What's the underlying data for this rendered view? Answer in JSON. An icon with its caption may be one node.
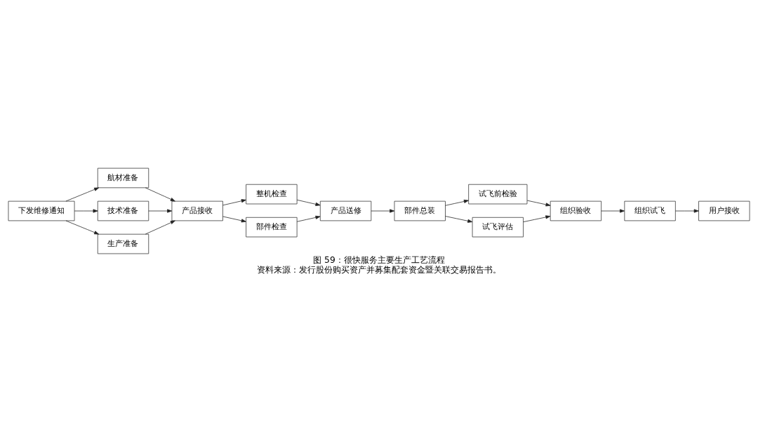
{
  "diagram": {
    "title": "图 59：很快服务主要生产工艺流程",
    "caption": "资料来源：发行股份购买资产并募集配套资金暨关联交易报告书。",
    "nodes": [
      {
        "text": [
          "下发维修通知"
        ]
      },
      {
        "text": [
          "航材准备"
        ]
      },
      {
        "text": [
          "技术准备"
        ]
      },
      {
        "text": [
          "生产准备"
        ]
      },
      {
        "text": [
          "产品接收"
        ]
      },
      {
        "text": [
          "整机检查"
        ]
      },
      {
        "text": [
          "部件检查"
        ]
      },
      {
        "text": [
          "产品送修"
        ]
      },
      {
        "text": [
          "部件总装"
        ]
      },
      {
        "text": [
          "试飞前检验"
        ]
      },
      {
        "text": [
          "试飞评估"
        ]
      },
      {
        "text": [
          "组织验收"
        ]
      },
      {
        "text": [
          "组织试飞"
        ]
      },
      {
        "text": [
          "用户接收"
        ]
      }
    ],
    "edges": [
      {
        "from": 0,
        "to": 1,
        "arrow": "to"
      },
      {
        "from": 0,
        "to": 2,
        "arrow": "to"
      },
      {
        "from": 0,
        "to": 3,
        "arrow": "to"
      },
      {
        "from": 1,
        "to": 4,
        "arrow": "to"
      },
      {
        "from": 2,
        "to": 4,
        "arrow": "to"
      },
      {
        "from": 3,
        "to": 4,
        "arrow": "to"
      },
      {
        "from": 4,
        "to": 5,
        "arrow": "to"
      },
      {
        "from": 4,
        "to": 6,
        "arrow": "to"
      },
      {
        "from": 5,
        "to": 7,
        "arrow": "to"
      },
      {
        "from": 6,
        "to": 7,
        "arrow": "to"
      },
      {
        "from": 7,
        "to": 8,
        "arrow": "to"
      },
      {
        "from": 8,
        "to": 9,
        "arrow": "to"
      },
      {
        "from": 8,
        "to": 10,
        "arrow": "to"
      },
      {
        "from": 9,
        "to": 11,
        "arrow": "to"
      },
      {
        "from": 10,
        "to": 11,
        "arrow": "to"
      },
      {
        "from": 11,
        "to": 12,
        "arrow": "to"
      },
      {
        "from": 12,
        "to": 13,
        "arrow": "to"
      }
    ]
  }
}
